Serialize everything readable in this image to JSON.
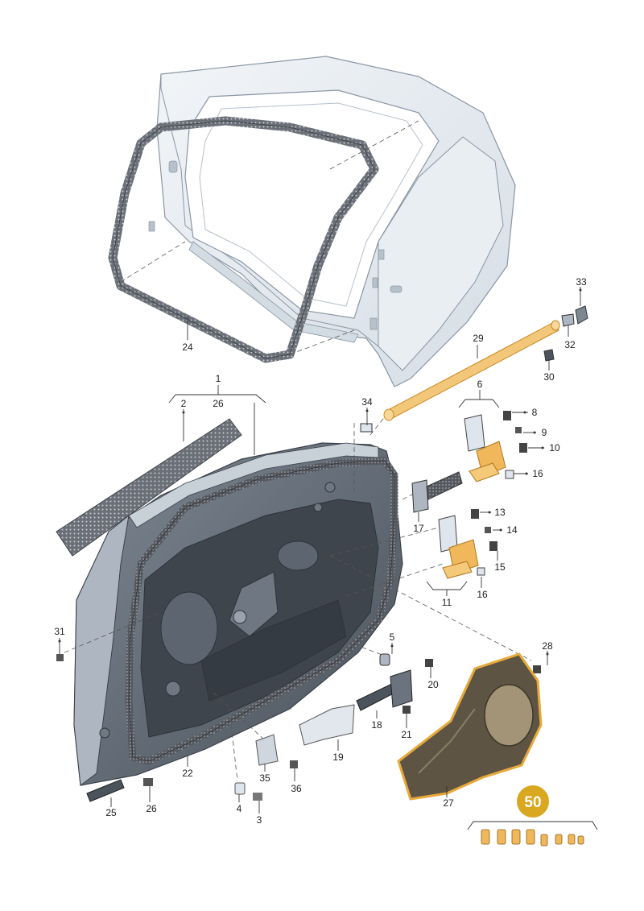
{
  "diagram": {
    "callouts": [
      {
        "id": "c1",
        "text": "1"
      },
      {
        "id": "c2",
        "text": "2"
      },
      {
        "id": "c26a",
        "text": "26"
      },
      {
        "id": "c24",
        "text": "24"
      },
      {
        "id": "c34",
        "text": "34"
      },
      {
        "id": "c29",
        "text": "29"
      },
      {
        "id": "c33",
        "text": "33"
      },
      {
        "id": "c32",
        "text": "32"
      },
      {
        "id": "c30",
        "text": "30"
      },
      {
        "id": "c6",
        "text": "6"
      },
      {
        "id": "c8",
        "text": "8"
      },
      {
        "id": "c9",
        "text": "9"
      },
      {
        "id": "c10",
        "text": "10"
      },
      {
        "id": "c16a",
        "text": "16"
      },
      {
        "id": "c17",
        "text": "17"
      },
      {
        "id": "c13",
        "text": "13"
      },
      {
        "id": "c14",
        "text": "14"
      },
      {
        "id": "c15",
        "text": "15"
      },
      {
        "id": "c11",
        "text": "11"
      },
      {
        "id": "c16b",
        "text": "16"
      },
      {
        "id": "c31",
        "text": "31"
      },
      {
        "id": "c5",
        "text": "5"
      },
      {
        "id": "c28",
        "text": "28"
      },
      {
        "id": "c20",
        "text": "20"
      },
      {
        "id": "c18",
        "text": "18"
      },
      {
        "id": "c21",
        "text": "21"
      },
      {
        "id": "c19",
        "text": "19"
      },
      {
        "id": "c22",
        "text": "22"
      },
      {
        "id": "c35",
        "text": "35"
      },
      {
        "id": "c36",
        "text": "36"
      },
      {
        "id": "c25",
        "text": "25"
      },
      {
        "id": "c26b",
        "text": "26"
      },
      {
        "id": "c4",
        "text": "4"
      },
      {
        "id": "c3",
        "text": "3"
      },
      {
        "id": "c27",
        "text": "27"
      }
    ],
    "kit_badge": "50"
  },
  "colors": {
    "body_panel": "#e6ecf2",
    "body_edge": "#8a96a3",
    "seal": "#5a5f66",
    "door_dark": "#4b535c",
    "door_mid": "#8f99a3",
    "part_light": "#dfe5ec",
    "highlight": "#e8a93a",
    "foam": "#a39477",
    "badge": "#d9a720"
  }
}
